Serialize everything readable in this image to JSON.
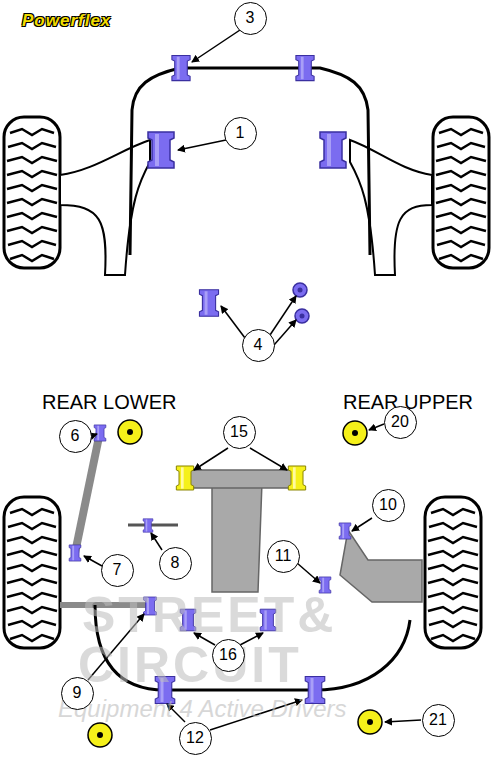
{
  "diagram": {
    "nodes": [
      {
        "text": [
          "3"
        ]
      },
      {
        "text": [
          "1"
        ]
      },
      {
        "text": [
          "4"
        ]
      },
      {
        "text": [
          "6"
        ]
      },
      {
        "text": [
          "15"
        ]
      },
      {
        "text": [
          "20"
        ]
      },
      {
        "text": [
          "10"
        ]
      },
      {
        "text": [
          "8"
        ]
      },
      {
        "text": [
          "11"
        ]
      },
      {
        "text": [
          "7"
        ]
      },
      {
        "text": [
          "16"
        ]
      },
      {
        "text": [
          "9"
        ]
      },
      {
        "text": [
          "21"
        ]
      },
      {
        "text": [
          "12"
        ]
      }
    ],
    "labels": [
      "Powerflex",
      "REAR LOWER",
      "REAR UPPER",
      "STREET&",
      "CIRCUIT",
      "Equipment 4 Active Drivers"
    ]
  }
}
